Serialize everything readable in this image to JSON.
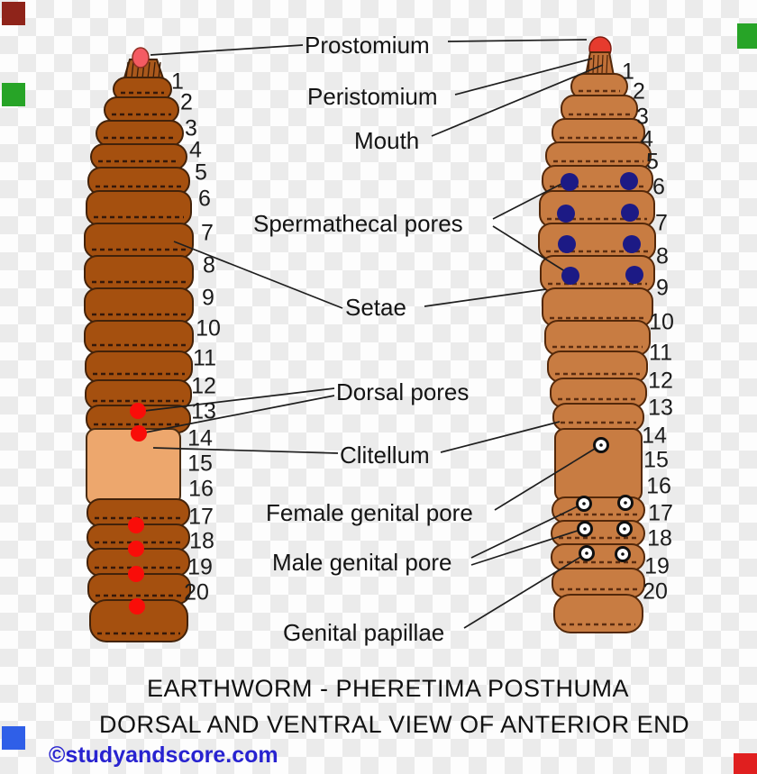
{
  "diagram": {
    "subject": "Earthworm anterior end, dorsal and ventral views",
    "labels": {
      "prostomium": "Prostomium",
      "peristomium": "Peristomium",
      "mouth": "Mouth",
      "spermathecal_pores": "Spermathecal pores",
      "setae": "Setae",
      "dorsal_pores": "Dorsal pores",
      "clitellum": "Clitellum",
      "female_genital_pore": "Female genital pore",
      "male_genital_pore": "Male genital pore",
      "genital_papillae": "Genital papillae"
    },
    "left_worm": {
      "view": "dorsal view worm",
      "segment_numbers": [
        "1",
        "2",
        "3",
        "4",
        "5",
        "6",
        "7",
        "8",
        "9",
        "10",
        "11",
        "12",
        "13",
        "14",
        "15",
        "16",
        "17",
        "18",
        "19",
        "20"
      ],
      "dorsal_pore_marker_color": "#f90d09",
      "prostomium_tip_color": "#f45b63",
      "body_color": "#a5500f",
      "clitellum_color": "#eda76d"
    },
    "right_worm": {
      "view": "ventral view worm",
      "segment_numbers": [
        "1",
        "2",
        "3",
        "4",
        "5",
        "6",
        "7",
        "8",
        "9",
        "10",
        "11",
        "12",
        "13",
        "14",
        "15",
        "16",
        "17",
        "18",
        "19",
        "20"
      ],
      "spermathecal_pore_marker_color": "#1c1a85",
      "genital_pore_marker_color": "#ffffff",
      "prostomium_tip_color": "#e63b2e",
      "body_color": "#c87c42"
    },
    "title_line1": "EARTHWORM - PHERETIMA POSTHUMA",
    "title_line2": "DORSAL AND VENTRAL VIEW OF ANTERIOR END",
    "watermark": "©studyandscore.com",
    "corner_markers": {
      "top_left": "#8f241a",
      "left_upper": "#27a427",
      "right_upper": "#27a427",
      "bottom_left": "#2f5fe8",
      "bottom_right": "#e01f1f"
    }
  }
}
